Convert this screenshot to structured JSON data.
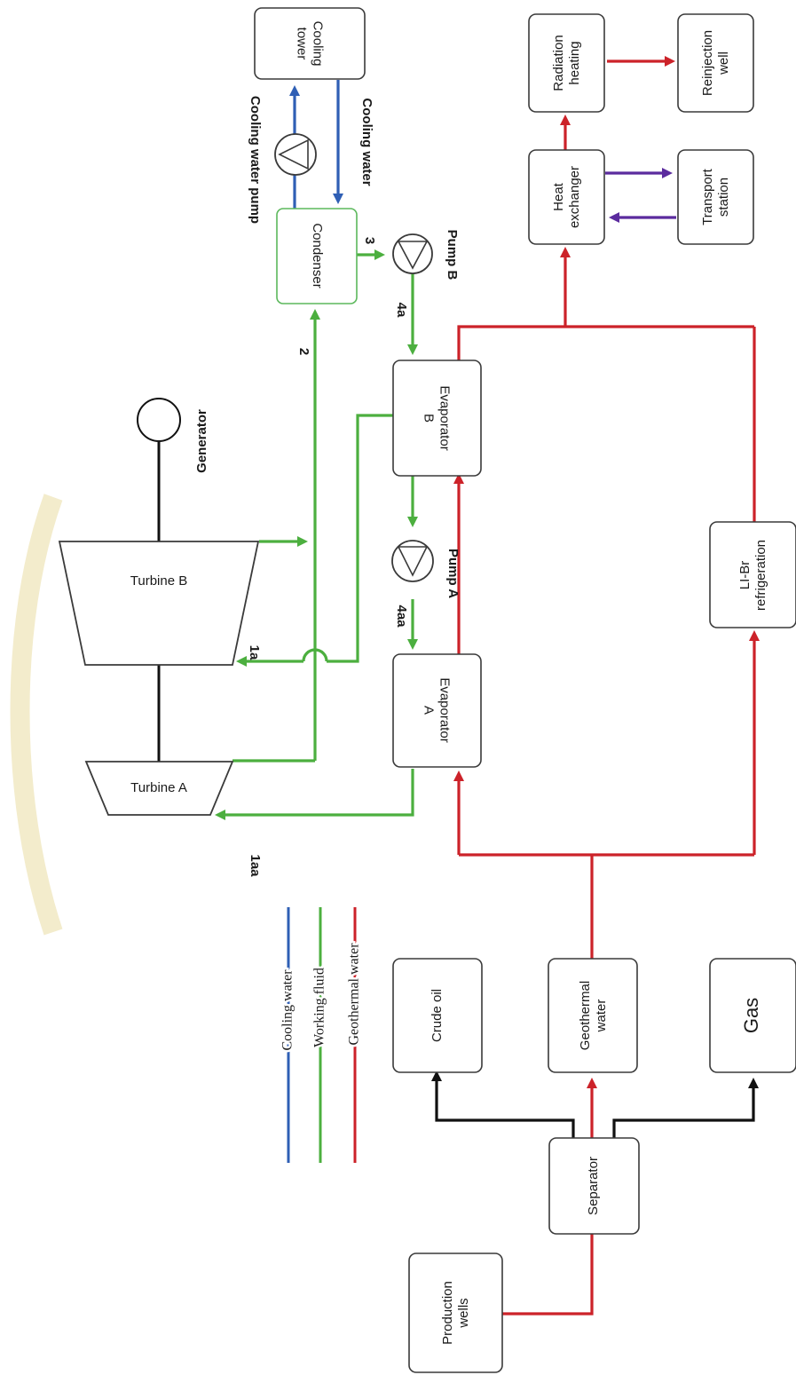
{
  "colors": {
    "geothermal_water": "#cc2229",
    "working_fluid": "#4caf3f",
    "cooling_water": "#2f5fb5",
    "oil_gas": "#111111",
    "transport_loop": "#5b2b9e",
    "watermark": "#f3eccc"
  },
  "nodes": {
    "production_wells": "Production wells",
    "separator": "Separator",
    "crude_oil": "Crude oil",
    "geothermal_water": "Geothermal water",
    "gas": "Gas",
    "evaporator_a": "Evaporator A",
    "evaporator_b": "Evaporator B",
    "turbine_a": "Turbine A",
    "turbine_b": "Turbine B",
    "generator": "Generator",
    "condenser": "Condenser",
    "cooling_tower": "Cooling tower",
    "cooling_water_pump": "Cooling water pump",
    "cooling_water": "Cooling water",
    "pump_a": "Pump A",
    "pump_b": "Pump B",
    "libr_refrigeration": "LI-Br refrigeration",
    "heat_exchanger": "Heat exchanger",
    "transport_station": "Transport station",
    "radiation_heating": "Radiation heating",
    "reinjection_well": "Reinjection well"
  },
  "state_points": {
    "p1aa": "1aa",
    "p1a": "1a",
    "p2": "2",
    "p3": "3",
    "p4a": "4a",
    "p4aa": "4aa"
  },
  "legend": [
    {
      "label": "Cooling water",
      "color": "#2f5fb5"
    },
    {
      "label": "Working fluid",
      "color": "#4caf3f"
    },
    {
      "label": "Geothermal water",
      "color": "#cc2229"
    }
  ]
}
